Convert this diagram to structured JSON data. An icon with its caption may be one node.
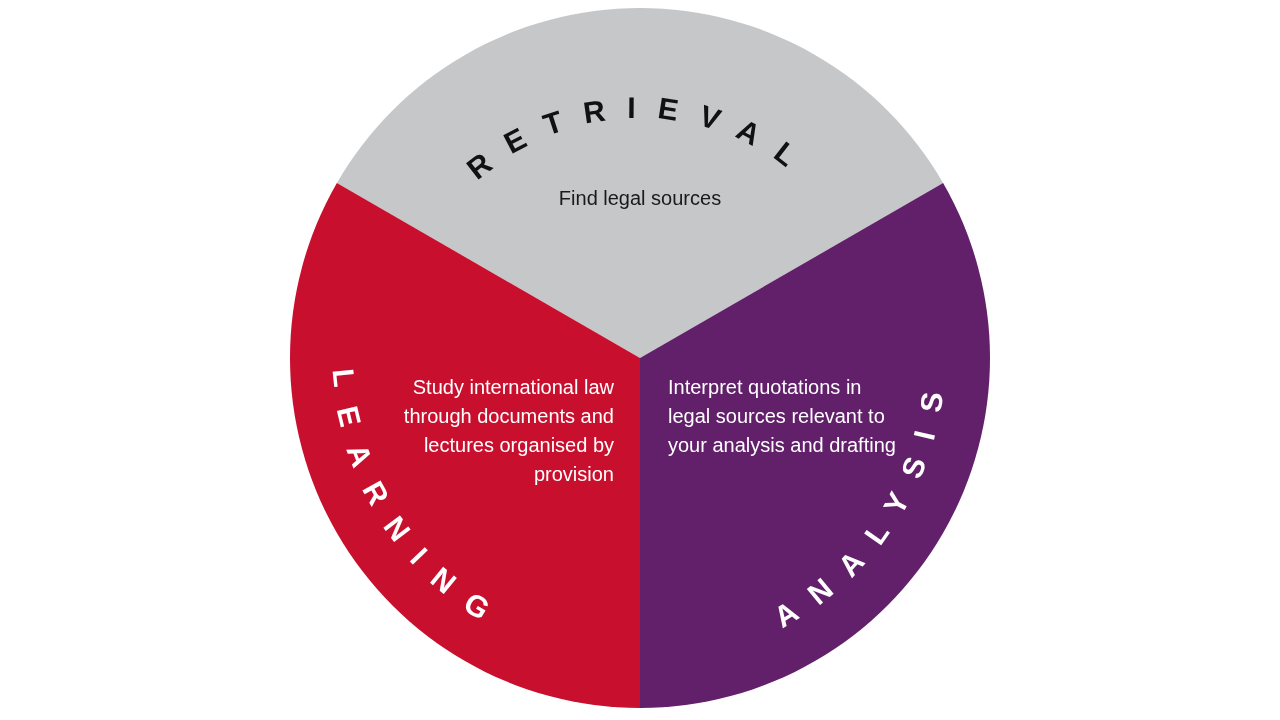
{
  "diagram": {
    "nodes": [
      {
        "text": [
          "RETRIEVAL",
          "Find legal sources"
        ]
      },
      {
        "text": [
          "LEARNING",
          "Study international law through documents and lectures organised by provision"
        ]
      },
      {
        "text": [
          "ANALYSIS",
          "Interpret quotations in legal sources relevant to your analysis and drafting"
        ]
      }
    ]
  }
}
